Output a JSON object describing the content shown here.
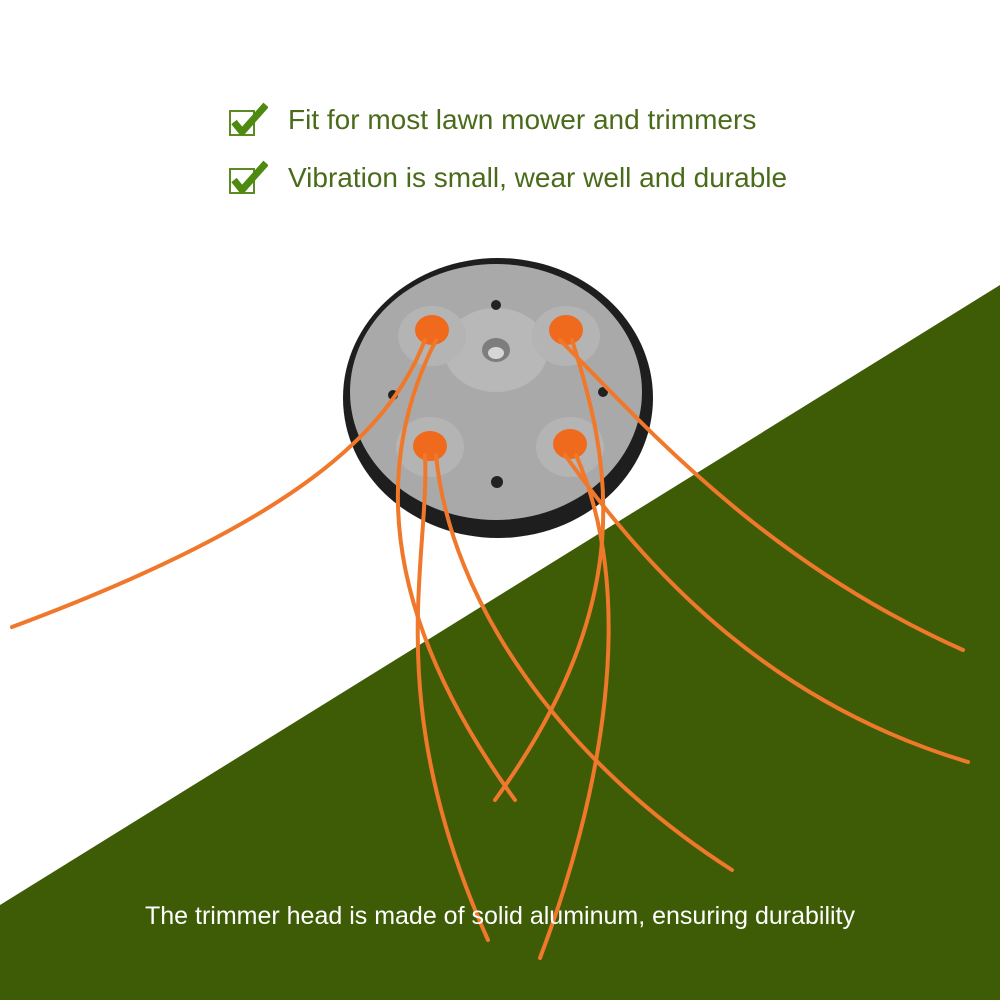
{
  "features": [
    {
      "text": "Fit for most lawn mower and trimmers",
      "icon": "checkbox-check-icon"
    },
    {
      "text": "Vibration is small, wear well and durable",
      "icon": "checkbox-check-icon"
    }
  ],
  "caption": "The trimmer head is made of solid aluminum, ensuring durability",
  "colors": {
    "green": "#3e5c06",
    "text_green": "#4a6b1a",
    "line_orange": "#f0782a",
    "head_gray": "#a5a5a5"
  }
}
